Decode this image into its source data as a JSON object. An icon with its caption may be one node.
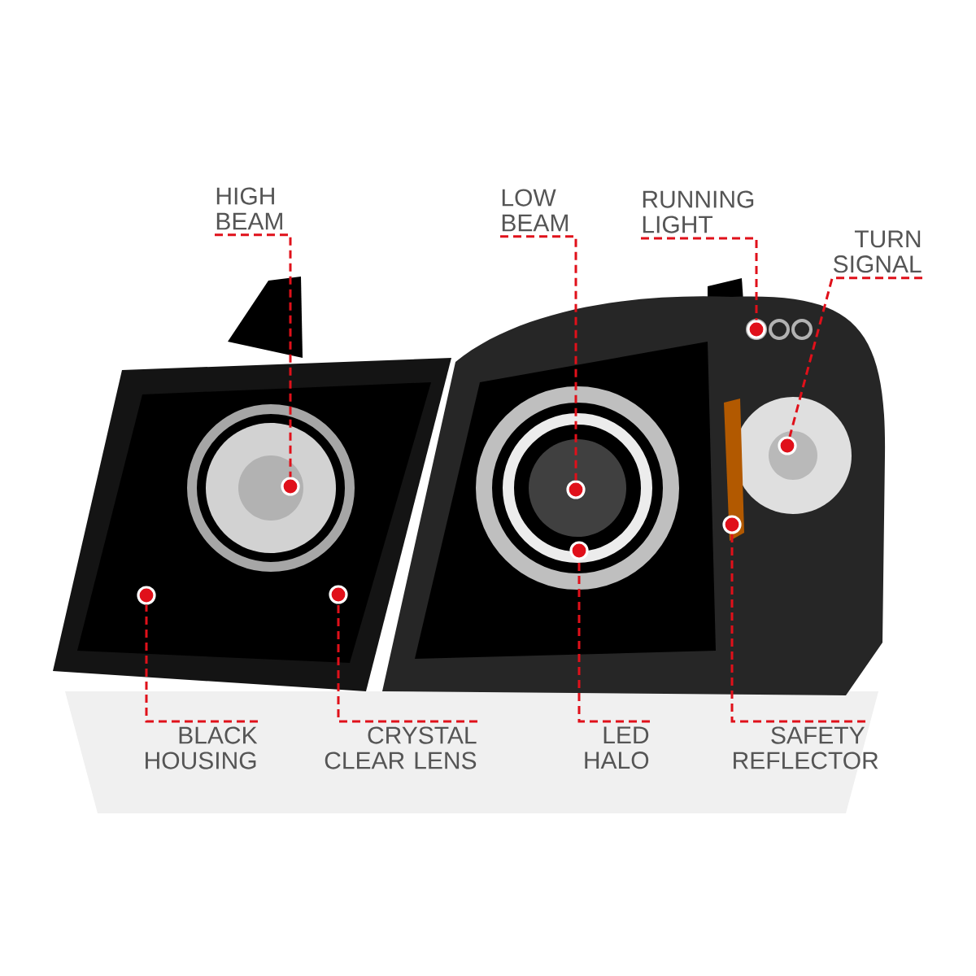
{
  "diagram": {
    "nodes": [
      {
        "text": [
          "HIGH BEAM"
        ]
      },
      {
        "text": [
          "LOW BEAM"
        ]
      },
      {
        "text": [
          "RUNNING LIGHT"
        ]
      },
      {
        "text": [
          "TURN SIGNAL"
        ]
      },
      {
        "text": [
          "BLACK HOUSING"
        ]
      },
      {
        "text": [
          "CRYSTAL CLEAR LENS"
        ]
      },
      {
        "text": [
          "LED HALO"
        ]
      },
      {
        "text": [
          "SAFETY REFLECTOR"
        ]
      },
      {
        "text": [],
        "shape": "circle"
      },
      {
        "text": [],
        "shape": "circle"
      },
      {
        "text": [],
        "shape": "circle"
      },
      {
        "text": [],
        "shape": "circle"
      },
      {
        "text": [],
        "shape": "circle"
      },
      {
        "text": [],
        "shape": "circle"
      },
      {
        "text": [],
        "shape": "circle"
      },
      {
        "text": [],
        "shape": "circle"
      }
    ],
    "edges": [
      {
        "from": 0,
        "to": 8,
        "arrow": "none",
        "style": "dashed"
      },
      {
        "from": 1,
        "to": 9,
        "arrow": "none",
        "style": "dashed"
      },
      {
        "from": 2,
        "to": 10,
        "arrow": "none",
        "style": "dashed"
      },
      {
        "from": 3,
        "to": 11,
        "arrow": "none",
        "style": "dashed"
      },
      {
        "from": 4,
        "to": 12,
        "arrow": "none",
        "style": "dashed"
      },
      {
        "from": 5,
        "to": 13,
        "arrow": "none",
        "style": "dashed"
      },
      {
        "from": 6,
        "to": 14,
        "arrow": "none",
        "style": "dashed"
      },
      {
        "from": 7,
        "to": 15,
        "arrow": "none",
        "style": "dashed"
      }
    ]
  }
}
